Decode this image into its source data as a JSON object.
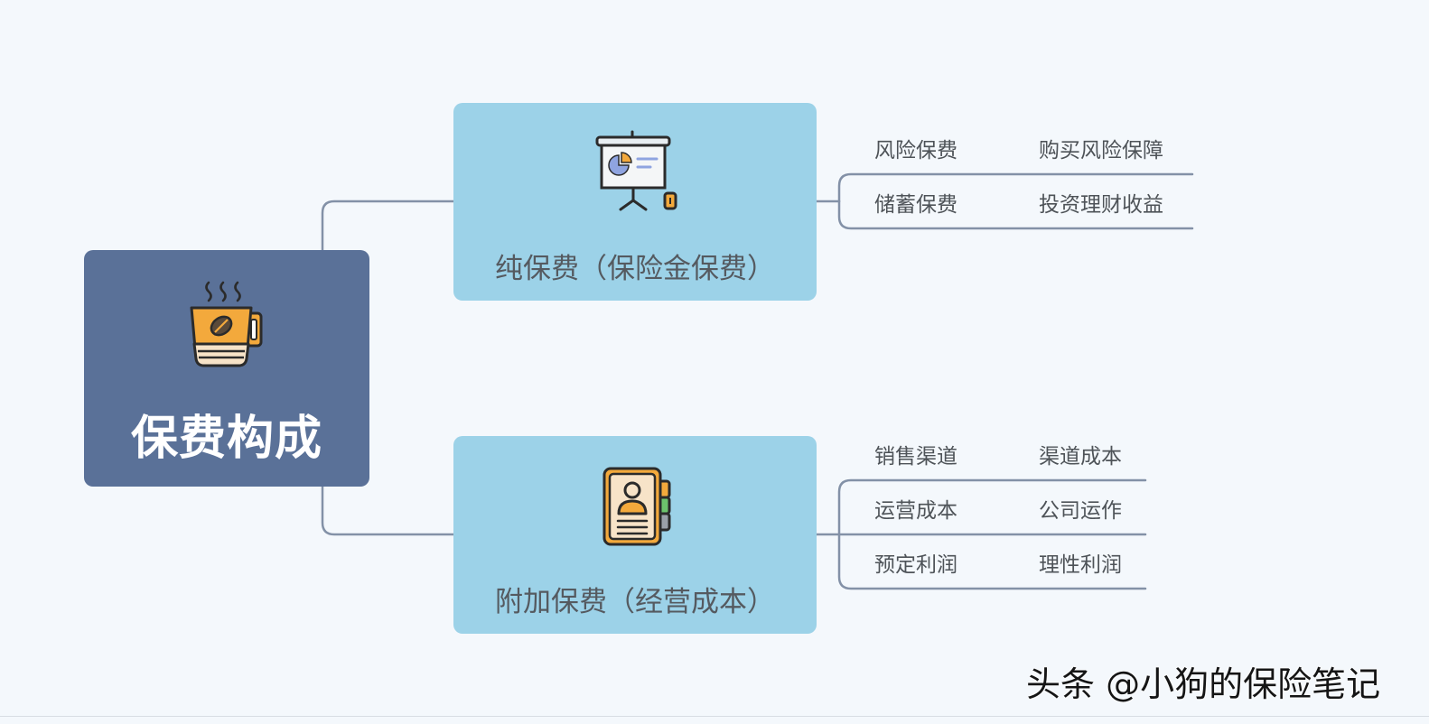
{
  "root": {
    "label": "保费构成",
    "icon": "coffee-cup-icon",
    "color": "#5a7198"
  },
  "branches": [
    {
      "label": "纯保费（保险金保费）",
      "icon": "presentation-board-icon",
      "color": "#9cd2e8",
      "rows": [
        {
          "name": "风险保费",
          "desc": "购买风险保障"
        },
        {
          "name": "储蓄保费",
          "desc": "投资理财收益"
        }
      ]
    },
    {
      "label": "附加保费（经营成本）",
      "icon": "contact-card-icon",
      "color": "#9cd2e8",
      "rows": [
        {
          "name": "销售渠道",
          "desc": "渠道成本"
        },
        {
          "name": "运营成本",
          "desc": "公司运作"
        },
        {
          "name": "预定利润",
          "desc": "理性利润"
        }
      ]
    }
  ],
  "connector_color": "#8391a7",
  "watermark": "头条 @小狗的保险笔记"
}
